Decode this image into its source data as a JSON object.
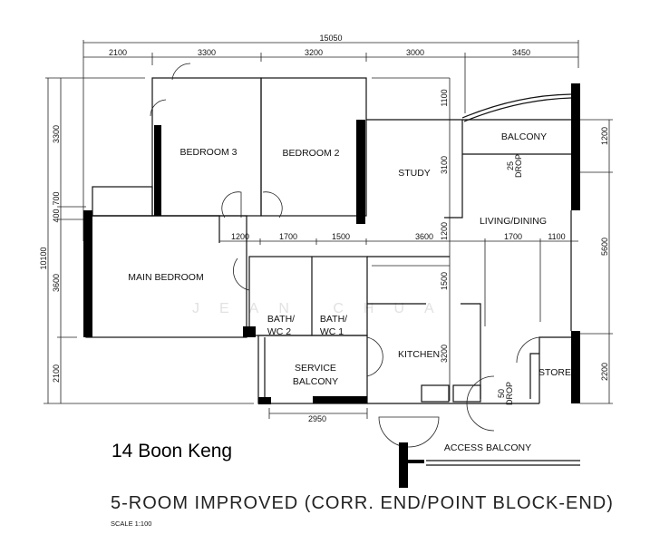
{
  "plan": {
    "address": "14 Boon Keng",
    "title": "5-ROOM IMPROVED (CORR. END/POINT BLOCK-END)",
    "scale": "SCALE  1:100",
    "watermark": "JEAN CHUA"
  },
  "rooms": {
    "bedroom3": "BEDROOM 3",
    "bedroom2": "BEDROOM 2",
    "study": "STUDY",
    "balcony": "BALCONY",
    "living": "LIVING/DINING",
    "main_bedroom": "MAIN BEDROOM",
    "bath2_a": "BATH/",
    "bath2_b": "WC 2",
    "bath1_a": "BATH/",
    "bath1_b": "WC 1",
    "kitchen": "KITCHEN",
    "service_a": "SERVICE",
    "service_b": "BALCONY",
    "store": "STORE",
    "access": "ACCESS BALCONY"
  },
  "notes": {
    "drop25_a": "25",
    "drop25_b": "DROP",
    "drop50_a": "50",
    "drop50_b": "DROP"
  },
  "dims": {
    "overall": "15050",
    "top": [
      "2100",
      "3300",
      "3200",
      "3000",
      "3450"
    ],
    "middle": [
      "1200",
      "1700",
      "1500",
      "3600",
      "1700",
      "1100"
    ],
    "left_total": "10100",
    "left": [
      "3300",
      "700",
      "400",
      "3600",
      "2100"
    ],
    "right": [
      "1200",
      "5600",
      "2200"
    ],
    "inner_vertical": [
      "1100",
      "3100",
      "1200",
      "1500",
      "3200"
    ],
    "service_width": "2950"
  }
}
